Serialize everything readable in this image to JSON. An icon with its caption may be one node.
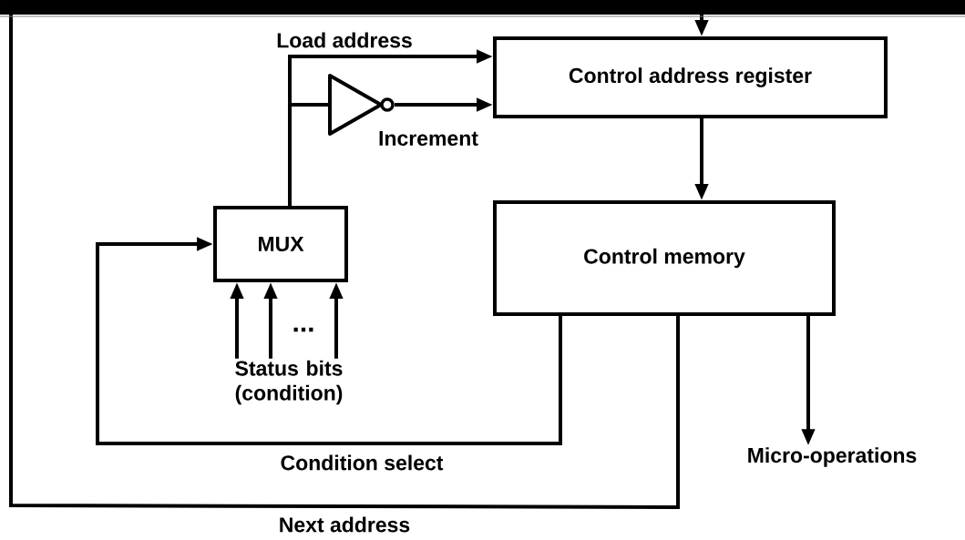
{
  "diagram": {
    "nodes": [
      {
        "text": [
          "Control address register"
        ]
      },
      {
        "text": [
          "Control memory"
        ]
      },
      {
        "text": [
          "MUX"
        ]
      },
      {
        "text": [],
        "shape": "triangle"
      },
      {
        "text": [
          "Status bits (condition)"
        ]
      },
      {
        "text": [
          "Micro-operations"
        ]
      }
    ],
    "edges": [
      {
        "from": 0,
        "to": 1,
        "arrow": "to"
      },
      {
        "from": 1,
        "to": 0,
        "arrow": "to",
        "label": "Next address"
      },
      {
        "from": 1,
        "to": 2,
        "arrow": "to",
        "label": "Condition select"
      },
      {
        "from": 2,
        "to": 0,
        "arrow": "to",
        "label": "Load address"
      },
      {
        "from": 2,
        "to": 3,
        "arrow": "none"
      },
      {
        "from": 3,
        "to": 0,
        "arrow": "to",
        "label": "Increment"
      },
      {
        "from": 4,
        "to": 2,
        "arrow": "to"
      },
      {
        "from": 4,
        "to": 2,
        "arrow": "to"
      },
      {
        "from": 4,
        "to": 2,
        "arrow": "to"
      },
      {
        "from": 1,
        "to": 5,
        "arrow": "to"
      }
    ],
    "labels": [
      "..."
    ]
  }
}
